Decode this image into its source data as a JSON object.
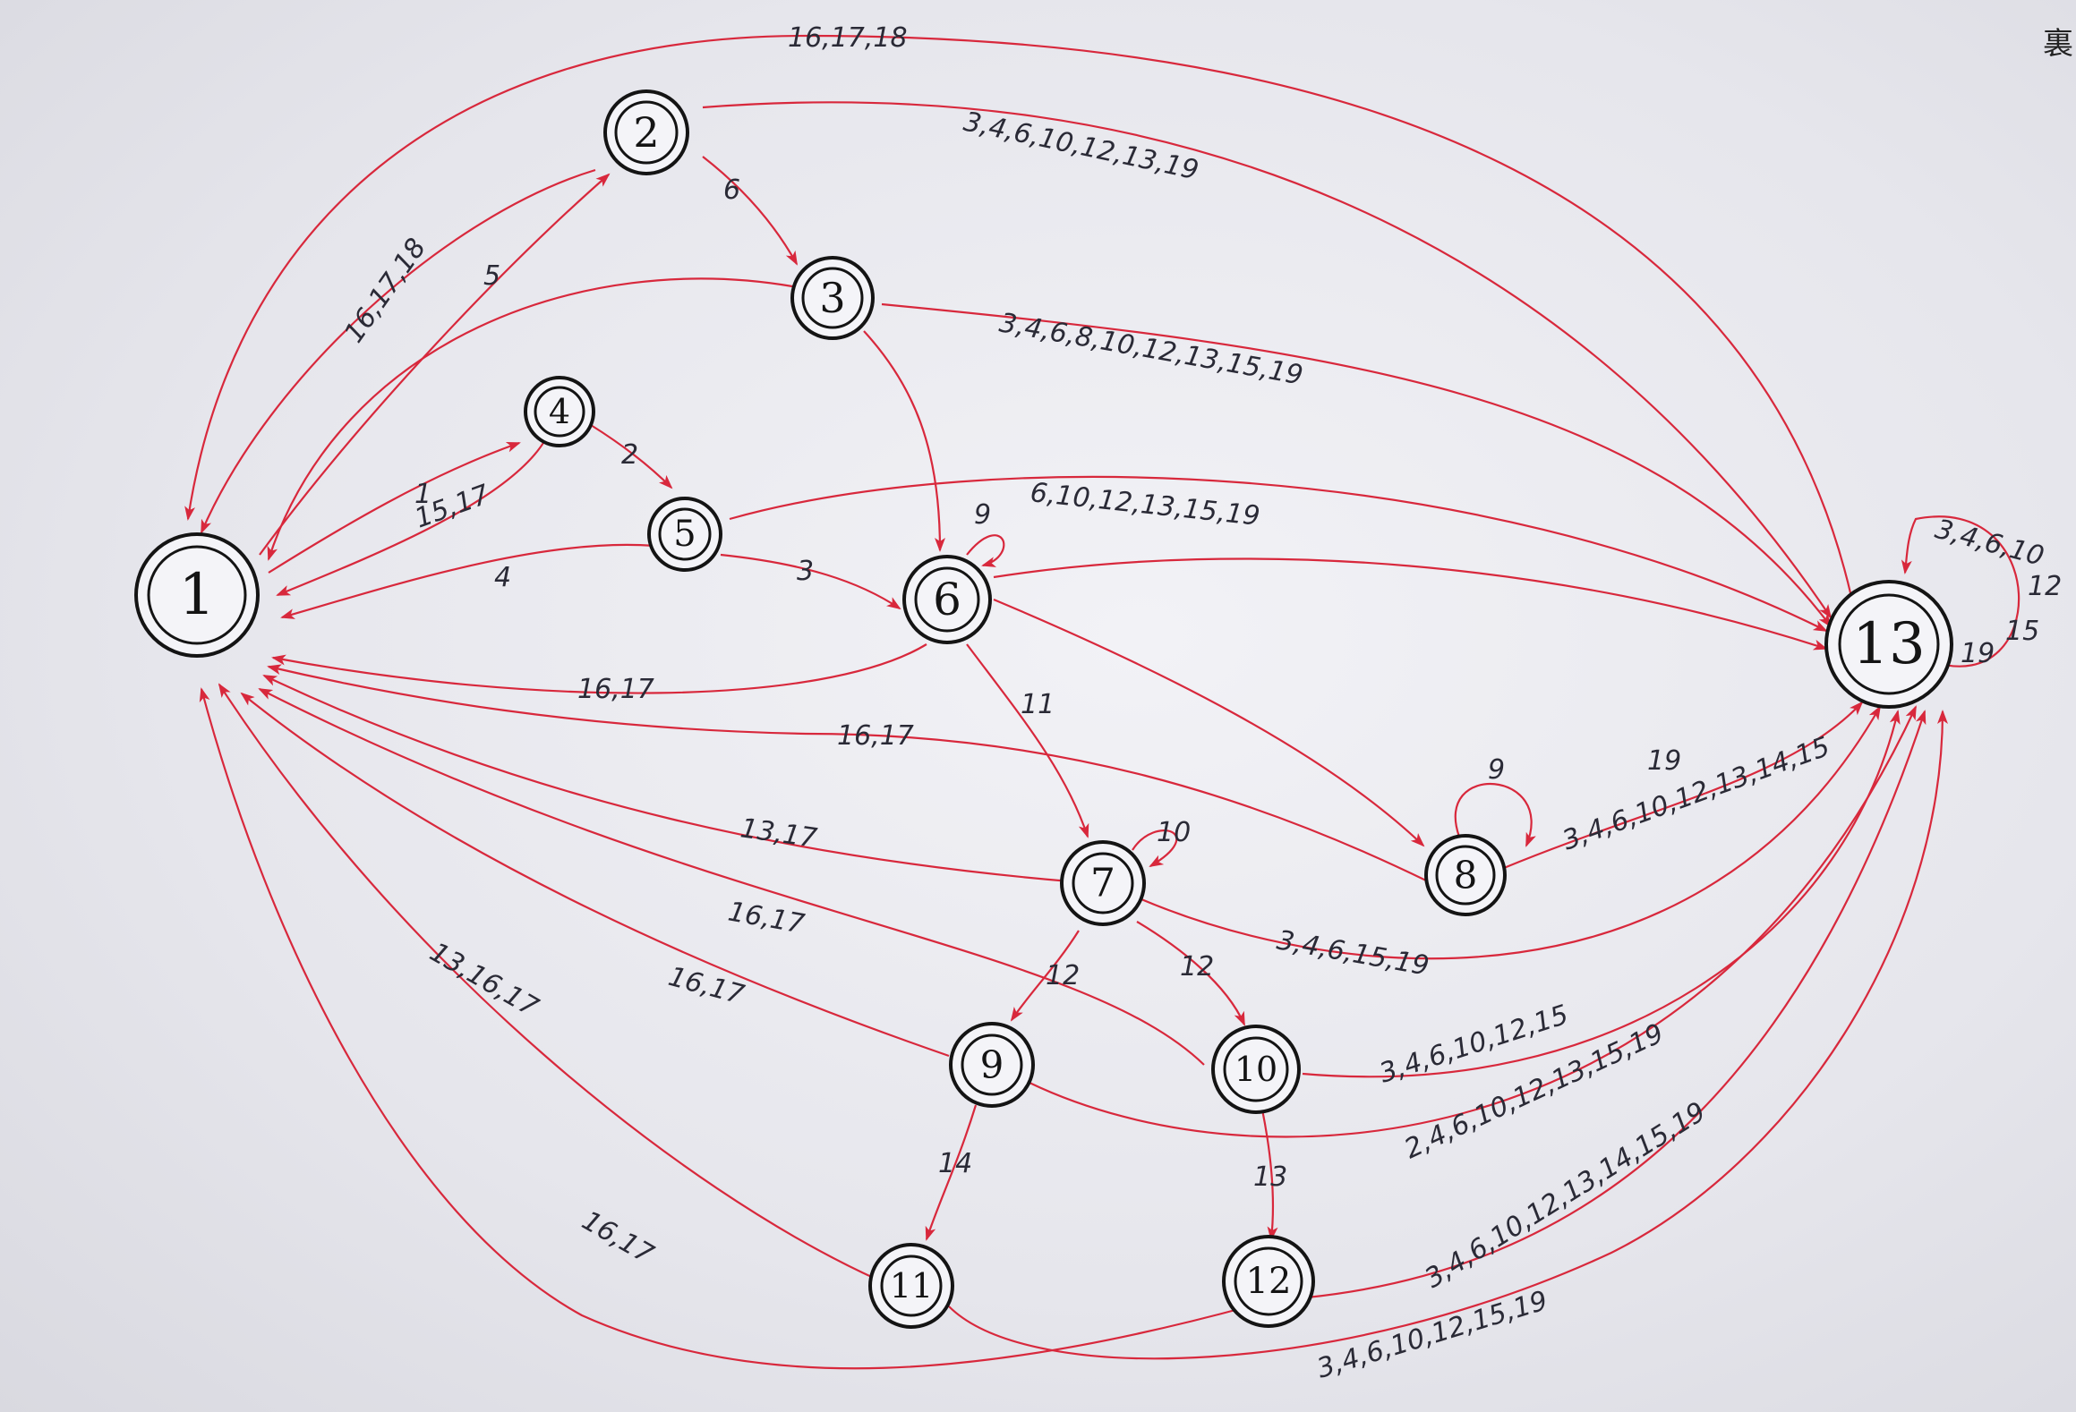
{
  "nodes": [
    {
      "id": "n1",
      "label": "1"
    },
    {
      "id": "n2",
      "label": "2"
    },
    {
      "id": "n3",
      "label": "3"
    },
    {
      "id": "n4",
      "label": "4"
    },
    {
      "id": "n5",
      "label": "5"
    },
    {
      "id": "n6",
      "label": "6"
    },
    {
      "id": "n7",
      "label": "7"
    },
    {
      "id": "n8",
      "label": "8"
    },
    {
      "id": "n9",
      "label": "9"
    },
    {
      "id": "n10",
      "label": "10"
    },
    {
      "id": "n11",
      "label": "11"
    },
    {
      "id": "n12",
      "label": "12"
    },
    {
      "id": "n13",
      "label": "13"
    }
  ],
  "edge_labels": {
    "top_arc": "16,17,18",
    "n2_to_n1": "16,17,18",
    "n1_to_n2": "5",
    "n2_to_n13": "3,4,6,10,12,13,19",
    "n2_to_n3": "6",
    "n3_to_n13": "3,4,6,8,10,12,13,15,19",
    "n1_to_n4": "1",
    "n4_to_n1": "15,17",
    "n4_to_n5": "2",
    "n5_to_n1": "4",
    "n5_to_n13": "6,10,12,13,15,19",
    "n5_to_n6": "3",
    "n6_loop": "9",
    "n6_to_n1": "16,17",
    "n6_to_n7": "11",
    "n8_to_n1": "16,17",
    "n7_to_n1": "13,17",
    "n7_loop": "10",
    "n8_loop": "9",
    "n8_to_n13": "3,4,6,10,12,13,14,15",
    "n8_to_n13_extra": "19",
    "n13_loop_a": "3,4,6,10",
    "n13_loop_b": "12",
    "n13_loop_c": "19",
    "n13_loop_d": "15",
    "n10_to_n1": "16,17",
    "n9_to_n1": "16,17",
    "n7_to_n9": "12",
    "n7_to_n10": "12",
    "n7_to_n13": "3,4,6,15,19",
    "n11_to_n1": "13,16,17",
    "n10_to_n13": "3,4,6,10,12,15",
    "n9_to_n13": "2,4,6,10,12,13,15,19",
    "n9_to_n11": "14",
    "n10_to_n12": "13",
    "n12_to_n1": "16,17",
    "n12_to_n13": "3,4,6,10,12,13,14,15,19",
    "n11_to_n13": "3,4,6,10,12,15,19"
  },
  "corner_mark": "裏"
}
